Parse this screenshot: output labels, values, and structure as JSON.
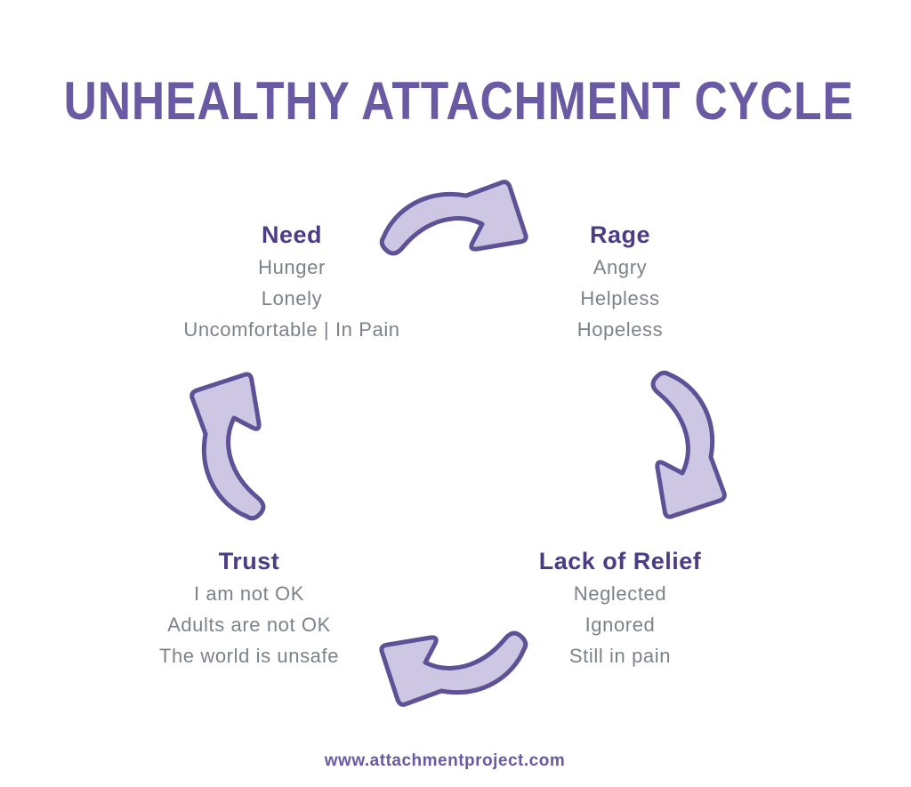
{
  "title": "UNHEALTHY ATTACHMENT CYCLE",
  "footer": {
    "url": "www.attachmentproject.com"
  },
  "colors": {
    "background": "#ffffff",
    "title": "#6a5aa3",
    "stage_heading": "#4b3c85",
    "stage_item": "#7c828b",
    "arrow_fill": "#cdc7e4",
    "arrow_outline": "#5f5196",
    "footer": "#6a5aa3"
  },
  "cycle": {
    "direction": "clockwise",
    "stages": [
      {
        "name": "Need",
        "position": "top-left",
        "items": [
          "Hunger",
          "Lonely",
          "Uncomfortable | In Pain"
        ]
      },
      {
        "name": "Rage",
        "position": "top-right",
        "items": [
          "Angry",
          "Helpless",
          "Hopeless"
        ]
      },
      {
        "name": "Lack of Relief",
        "position": "bottom-right",
        "items": [
          "Neglected",
          "Ignored",
          "Still in pain"
        ]
      },
      {
        "name": "Trust",
        "position": "bottom-left",
        "items": [
          "I am not OK",
          "Adults are not OK",
          "The world is unsafe"
        ]
      }
    ],
    "arrows": [
      {
        "from": "Need",
        "to": "Rage",
        "position": "top"
      },
      {
        "from": "Rage",
        "to": "Lack of Relief",
        "position": "right"
      },
      {
        "from": "Lack of Relief",
        "to": "Trust",
        "position": "bottom"
      },
      {
        "from": "Trust",
        "to": "Need",
        "position": "left"
      }
    ]
  }
}
